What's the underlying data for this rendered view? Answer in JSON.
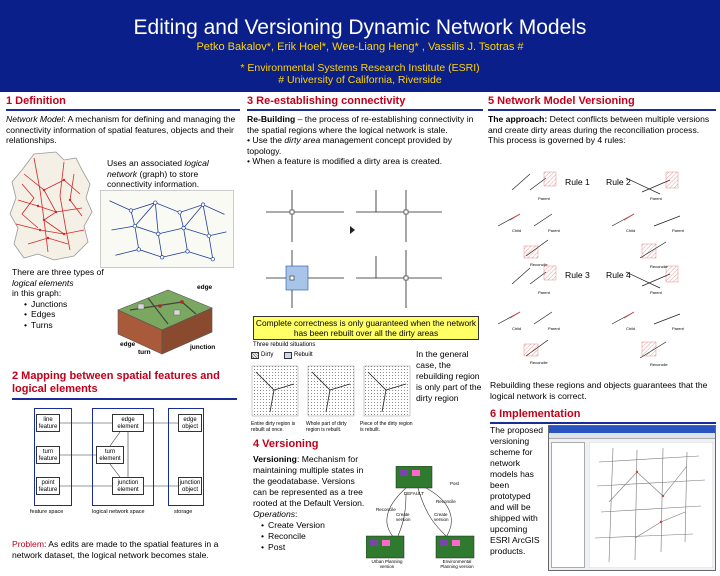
{
  "header": {
    "title": "Editing and Versioning Dynamic Network Models",
    "authors": "Petko Bakalov*, Erik Hoel*, Wee-Liang Heng* , Vassilis J. Tsotras #",
    "affil1": "* Environmental Systems Research Institute (ESRI)",
    "affil2": "# University of California, Riverside"
  },
  "s1": {
    "title": "1 Definition",
    "term": "Network Model",
    "def": ": A mechanism for defining and managing the connectivity information of spatial features, objects and their relationships.",
    "uses_a": "Uses an associated ",
    "uses_b": "logical network",
    "uses_c": " (graph) to store connectivity information.",
    "types_a": "There are three types of ",
    "types_b": "logical elements",
    "types_c": "in this graph:",
    "items": [
      "Junctions",
      "Edges",
      "Turns"
    ],
    "fig_edge": "edge",
    "fig_edge2": "edge",
    "fig_turn": "turn",
    "fig_junction": "junction"
  },
  "s2": {
    "title": "2 Mapping between spatial features and logical elements",
    "boxes": {
      "line": "line feature",
      "edge_el": "edge element",
      "edge_obj": "edge object",
      "turn_f": "turn feature",
      "turn_el": "turn element",
      "point_f": "point feature",
      "junc_el": "junction element",
      "junc_obj": "junction object"
    },
    "labels": {
      "fs": "feature space",
      "lns": "logical network space",
      "st": "storage"
    },
    "problem_label": "Problem",
    "problem_text": ": As edits are made to the spatial features in a network dataset, the logical network becomes stale."
  },
  "s3": {
    "title": "3 Re-establishing connectivity",
    "rb_term": "Re-Building",
    "rb_text": " – the process of re-establishing connectivity in the spatial regions where the logical network is stale.",
    "b1a": "• Use the ",
    "b1b": "dirty area",
    "b1c": " management concept provided by topology.",
    "b2": "• When a feature is modified a dirty area is created.",
    "callout": "Complete correctness is only guaranteed when the network has been rebuilt over all the dirty areas",
    "rebuild_title": "Three rebuild situations",
    "legend_dirty": "Dirty",
    "legend_rebuilt": "Rebuilt",
    "cap1": "Entire dirty region is rebuilt at once.",
    "cap2": "Whole part of dirty region is rebuilt.",
    "cap3": "Piece of the dirty region is rebuilt.",
    "side": "In the general case,  the rebuilding region is only part of the dirty region"
  },
  "s4": {
    "title": "4 Versioning",
    "v_term": "Versioning",
    "v_text": ": Mechanism for maintaining multiple states in the geodatabase. Versions can be represented as a tree rooted at the Default Version.",
    "ops_label": "Operations",
    "ops": [
      "Create Version",
      "Reconcile",
      "Post"
    ],
    "tree": {
      "default": "DEFAULT",
      "post": "Post",
      "reconcile1": "Reconcile",
      "reconcile2": "Reconcile",
      "create1": "Create version",
      "create2": "Create version",
      "urban": "Urban Planning version",
      "env": "Environmental Planning version"
    }
  },
  "s5": {
    "title": "5 Network Model Versioning",
    "appr_term": "The approach:",
    "appr_text": " Detect conflicts between multiple versions and create dirty areas during the reconciliation process.",
    "rules_text": "This process is governed by 4 rules:",
    "rule1": "Rule 1",
    "rule2": "Rule 2",
    "rule3": "Rule 3",
    "rule4": "Rule 4",
    "mini": {
      "parent": "Parent",
      "child": "Child",
      "reconcile": "Reconcile"
    },
    "bottom": "Rebuilding these regions and objects guarantees that the logical network is correct."
  },
  "s6": {
    "title": "6 Implementation",
    "text": "The proposed versioning scheme for network models has been prototyped and will be shipped with upcoming ESRI ArcGIS products."
  },
  "colors": {
    "header_bg": "#0b1f8a",
    "title_text": "#ffffff",
    "header_yellow": "#ffd400",
    "section_red": "#c0001b",
    "rule_blue": "#1a2b9a",
    "callout_yellow": "#ffff66"
  }
}
